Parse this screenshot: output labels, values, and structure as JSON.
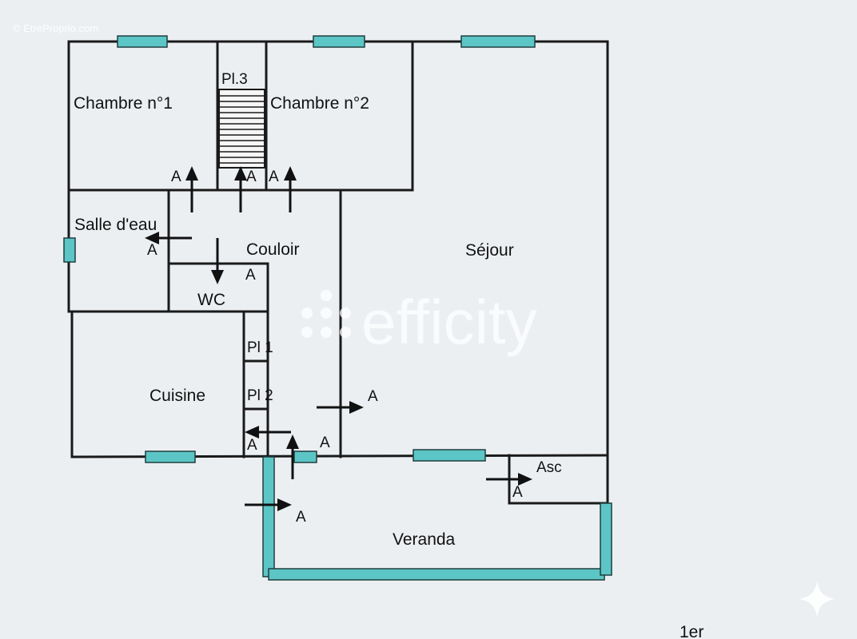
{
  "plan": {
    "source": "© EtreProprio.com",
    "watermark": "efficity",
    "floor": "1er",
    "rooms": {
      "chambre1": "Chambre n°1",
      "pl3": "Pl.3",
      "chambre2": "Chambre n°2",
      "salle_deau": "Salle d'eau",
      "couloir": "Couloir",
      "sejour": "Séjour",
      "wc": "WC",
      "pl1": "Pl 1",
      "pl2": "Pl 2",
      "cuisine": "Cuisine",
      "asc": "Asc",
      "veranda": "Veranda"
    },
    "door_marker": "A",
    "colors": {
      "background": "#eceff2",
      "wall": "#1a1a1a",
      "window": "#5cc6c6"
    },
    "icons": [
      "door-arrow-icon",
      "stairs-icon",
      "sparkle-icon"
    ]
  }
}
